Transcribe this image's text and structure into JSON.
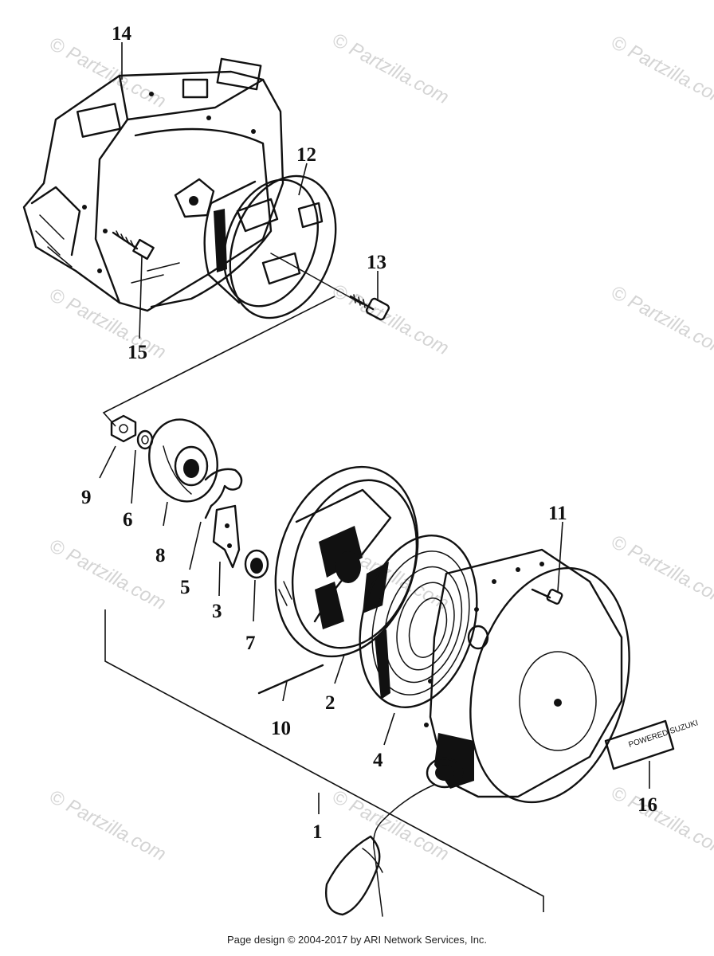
{
  "watermark": "© Partzilla.com",
  "footer": "Page design © 2004-2017 by ARI Network Services, Inc.",
  "logo_text": "POWERED SUZUKI",
  "callouts": [
    {
      "id": "14",
      "label": "14"
    },
    {
      "id": "12",
      "label": "12"
    },
    {
      "id": "13",
      "label": "13"
    },
    {
      "id": "15",
      "label": "15"
    },
    {
      "id": "9",
      "label": "9"
    },
    {
      "id": "6",
      "label": "6"
    },
    {
      "id": "8",
      "label": "8"
    },
    {
      "id": "5",
      "label": "5"
    },
    {
      "id": "3",
      "label": "3"
    },
    {
      "id": "7",
      "label": "7"
    },
    {
      "id": "11",
      "label": "11"
    },
    {
      "id": "10",
      "label": "10"
    },
    {
      "id": "2",
      "label": "2"
    },
    {
      "id": "4",
      "label": "4"
    },
    {
      "id": "16",
      "label": "16"
    },
    {
      "id": "1",
      "label": "1"
    }
  ]
}
